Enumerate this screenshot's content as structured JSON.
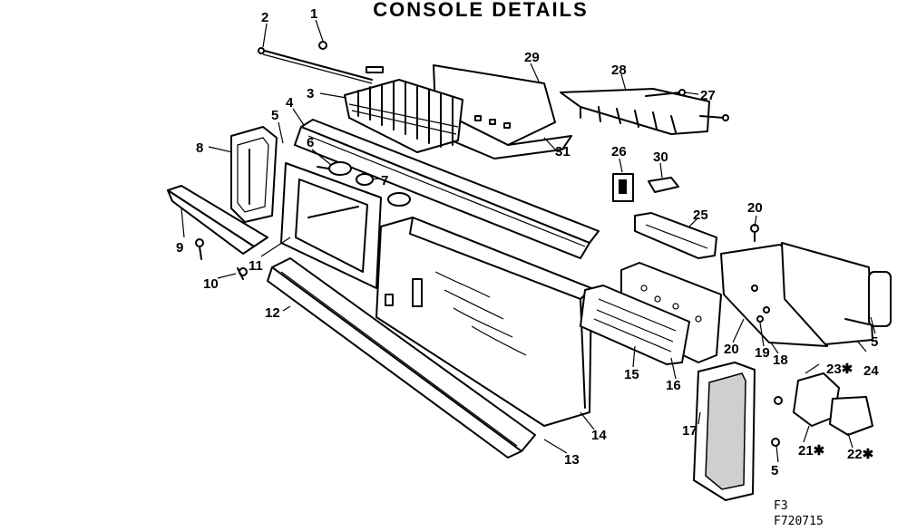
{
  "title": "CONSOLE DETAILS",
  "labels": {
    "p1": "1",
    "p2": "2",
    "p3": "3",
    "p4": "4",
    "p5a": "5",
    "p5b": "5",
    "p5c": "5",
    "p6": "6",
    "p7": "7",
    "p8": "8",
    "p9": "9",
    "p10": "10",
    "p11": "11",
    "p12": "12",
    "p13": "13",
    "p14": "14",
    "p15": "15",
    "p16": "16",
    "p17": "17",
    "p18": "18",
    "p19": "19",
    "p20a": "20",
    "p20b": "20",
    "p21": "21✱",
    "p22": "22✱",
    "p23": "23✱",
    "p24": "24",
    "p25": "25",
    "p26": "26",
    "p27": "27",
    "p28": "28",
    "p29": "29",
    "p30": "30",
    "p31": "31"
  },
  "footer": {
    "line1": "F3",
    "line2": "F720715"
  }
}
